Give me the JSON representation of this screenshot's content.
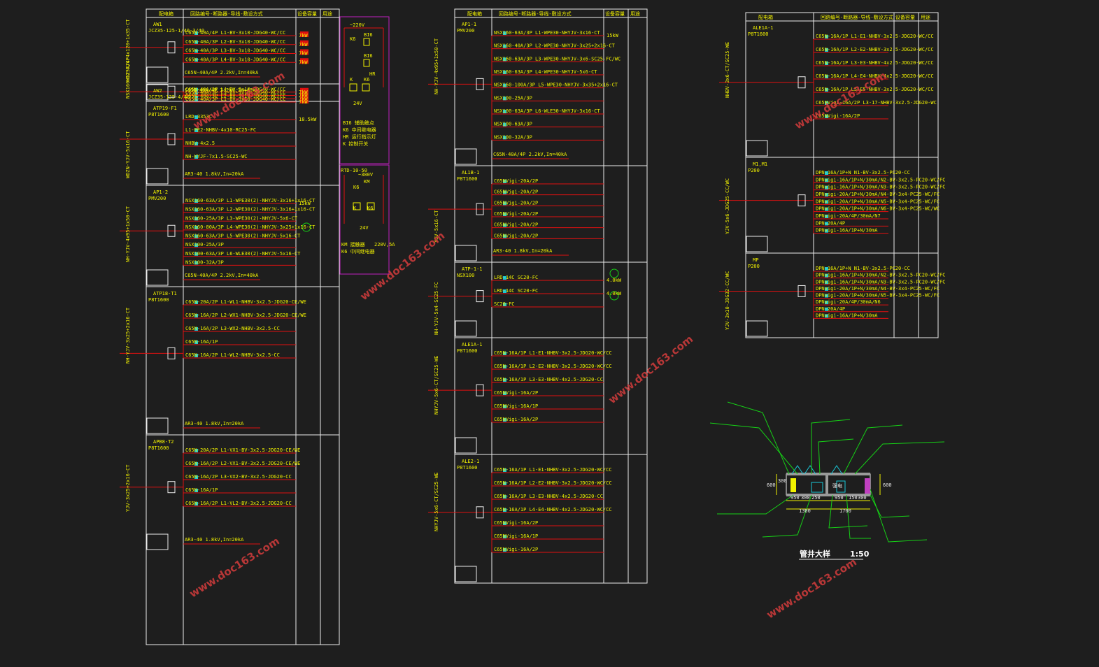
{
  "headers": {
    "panel": "配电箱",
    "circuit": "回路编号-断路器-导线-敷设方式",
    "load": "设备容量",
    "use": "用途",
    "circuit_alt": "回路编号-断路器-导线-敷设方式"
  },
  "watermark": "www.doc163.com",
  "detail": {
    "title": "管井大样",
    "scale": "1:50",
    "room": "强电",
    "dims": [
      "950",
      "300",
      "250",
      "950",
      "150",
      "300",
      "1300",
      "1700",
      "600",
      "600",
      "300"
    ]
  },
  "columns": [
    {
      "id": "col1",
      "panels": [
        {
          "name": "AW1",
          "breaker": "JCZ35-125-1/40-3/40",
          "feeder": "WDZ-YJV-4x120+1x35-CT",
          "circuits": [
            "C65N-40A/4P L1-BV-3x10-JDG40-WC/CC",
            "C65N-40A/3P L2-BV-3x10-JDG40-WC/CC",
            "C65N-40A/3P L3-BV-3x10-JDG40-WC/CC",
            "C65N-40A/3P L4-BV-3x10-JDG40-WC/CC"
          ],
          "spd": "C65N-40A/4P 2.2kV,In=40kA",
          "loads": [
            "7kW",
            "7kW",
            "7kW",
            "7kW"
          ]
        },
        {
          "name": "AW2",
          "breaker": "JCZ35-125-4/40",
          "feeder": "NSX160-125A/4P",
          "circuits": [
            "C65N-40A/3P L1-BV-3x10-JDG40-WC/CC",
            "C65N-40A/3P L2-BV-3x10-JDG40-WC/CC",
            "C65N-40A/3P L3-BV-3x10-JDG40-WC/CC",
            "C65N-40A/3P L4-BV-3x10-JDG40-WC/CC"
          ],
          "spd": "C65N-40A/4P 2.2kV,In=40kA",
          "loads": [
            "7kW",
            "7kW",
            "7kW",
            "7kW"
          ]
        },
        {
          "name": "ATP19-F1",
          "breaker": "P8T1600",
          "feeder": "WDZN-YJV-5x16-CT",
          "circuits": [
            "LRD-3353C",
            "L1-PE2-NHBV-4x10-RC25-FC",
            "NHBV-4x2.5",
            "NH-KYJF-7x1.5-SC25-WC"
          ],
          "spd": "AR3-40 1.8kV,In=20kA",
          "loads": [
            "18.5kW"
          ]
        },
        {
          "name": "AP1-2",
          "breaker": "PMV200",
          "feeder": "NH-YJV-4x95+1x50-CT",
          "circuits": [
            "NSX160-63A/3P L1-WPE30(2)-NHYJV-3x16+1x16-CT",
            "NSX160-63A/3P L2-WPE30(2)-NHYJV-3x16+1x16-CT",
            "NSX160-25A/3P L3-WPE30(2)-NHYJV-5x6-CT",
            "NSX160-80A/3P L4-WPE30(2)-NHYJV-3x25+1x16-CT",
            "NSX160-63A/3P L5-WPE30(2)-NHYJV-5x16-CT",
            "NSX100-25A/3P",
            "NSX100-63A/3P L6-WLE30(2)-NHYJV-5x16-CT",
            "NSX100-32A/3P"
          ],
          "spd": "C65N-40A/4P 2.2kV,In=40kA",
          "loads": [
            "15kW"
          ]
        },
        {
          "name": "ATP18-T1",
          "breaker": "P8T1600",
          "feeder": "NH-YJV-3x25+2x16-CT",
          "circuits": [
            "C65N-20A/2P L1-WL1-NHBV-3x2.5-JDG20-CE/WE",
            "C65N-16A/2P L2-WX1-NHBV-3x2.5-JDG20-CE/WE",
            "C65N-16A/2P L3-WX2-NHBV-3x2.5-CC",
            "C65N-16A/1P",
            "C65N-16A/2P L1-WL2-NHBV-3x2.5-CC"
          ],
          "spd": "AR3-40 1.8kV,In=20kA",
          "loads": []
        },
        {
          "name": "APB8-T2",
          "breaker": "P8T1600",
          "feeder": "YJV-3x25+2x16-CT",
          "circuits": [
            "C65N-20A/2P L1-VX1-BV-3x2.5-JDG20-CE/WE",
            "C65N-16A/2P L2-VX1-BV-3x2.5-JDG20-CE/WE",
            "C65N-16A/2P L3-VX2-BV-3x2.5-JDG20-CC",
            "C65N-16A/1P",
            "C65N-16A/2P L1-VL2-BV-3x2.5-JDG20-CC"
          ],
          "spd": "AR3-40 1.8kV,In=20kA",
          "loads": []
        }
      ]
    },
    {
      "id": "col2",
      "panels": [
        {
          "name": "AP1-1",
          "breaker": "PMV200",
          "feeder": "NH-YJV-4x95+1x50-CT",
          "circuits": [
            "NSX160-63A/3P L1-WPE30-NHYJV-3x16-CT",
            "NSX160-40A/3P L2-WPE30-NHYJV-3x25+2x16-CT",
            "NSX160-63A/3P L3-WPE30-NHYJV-3x6-SC25-FC/WC",
            "NSX160-63A/3P L4-WPE30-NHYJV-5x6-CT",
            "NSX160-100A/3P L5-WPE30-NHYJV-3x35+2x16-CT",
            "NSX100-25A/3P",
            "NSX100-63A/3P L6-WLE30-NHYJV-3x16-CT",
            "NSX100-63A/3P",
            "NSX100-32A/3P"
          ],
          "spd": "C65N-40A/4P 2.2kV,In=40kA",
          "loads": [
            "15kW"
          ]
        },
        {
          "name": "AL1B-1",
          "breaker": "P8T1600",
          "feeder": "YJV-5x16-CT",
          "circuits": [
            "C65NVigi-20A/2P",
            "C65NVigi-20A/2P",
            "C65NVigi-20A/2P",
            "C65NVigi-20A/2P",
            "C65NVigi-20A/2P",
            "C65NVigi-20A/2P"
          ],
          "spd": "AR3-40 1.8kV,In=20kA",
          "loads": []
        },
        {
          "name": "ATP-1-1",
          "breaker": "NSX100",
          "feeder": "NH-YJV-5x4-SC25-FC",
          "circuits": [
            "LRD-14C SC20-FC",
            "LRD-14C SC20-FC",
            "SC20-FC"
          ],
          "spd": "",
          "loads": [
            "4.0kW",
            "4.0kW"
          ]
        },
        {
          "name": "ALE1A-1",
          "breaker": "P8T1600",
          "feeder": "NHYJV-5x6-CT/SC25-WE",
          "circuits": [
            "C65N-16A/1P L1-E1-NHBV-3x2.5-JDG20-WC/CC",
            "C65N-16A/1P L2-E2-NHBV-3x2.5-JDG20-WC/CC",
            "C65N-16A/1P L3-E3-NHBV-4x2.5-JDG20-CC",
            "C65NVigi-16A/2P",
            "C65NVigi-16A/1P",
            "C65NVigi-16A/2P"
          ],
          "spd": "",
          "loads": []
        },
        {
          "name": "ALE2-1",
          "breaker": "P8T1600",
          "feeder": "NHYJV-5x6-CT/SC25-WE",
          "circuits": [
            "C65N-16A/1P L1-E1-NHBV-3x2.5-JDG20-WC/CC",
            "C65N-16A/1P L2-E2-NHBV-3x2.5-JDG20-WC/CC",
            "C65N-16A/1P L3-E3-NHBV-4x2.5-JDG20-CC",
            "C65N-16A/1P L4-E4-NHBV-4x2.5-JDG20-WC/CC",
            "C65NVigi-16A/2P",
            "C65NVigi-16A/1P",
            "C65NVigi-16A/2P"
          ],
          "spd": "",
          "loads": []
        }
      ]
    },
    {
      "id": "col3",
      "panels": [
        {
          "name": "ALE1A-1",
          "breaker": "P8T1600",
          "feeder": "NHBV-3x6-CT/SC25-WE",
          "circuits": [
            "C65N-16A/1P L1-E1-NHBV-3x2.5-JDG20-WC/CC",
            "C65N-16A/1P L2-E2-NHBV-3x2.5-JDG20-WC/CC",
            "C65N-16A/1P L3-E3-NHBV-4x2.5-JDG20-WC/CC",
            "C65N-16A/1P L4-E4-NHBV-4x2.5-JDG20-WC/CC",
            "C65N-16A/1P L5-E5-NHBV-3x2.5-JDG20-WC/CC",
            "C65NVigi-16A/2P L3-17-NHBV-3x2.5-JDG20-WC",
            "C65NVigi-16A/2P"
          ],
          "spd": "",
          "loads": []
        },
        {
          "name": "M1,M1",
          "breaker": "P200",
          "feeder": "YJV-5x6-JDG25-CC/WC",
          "circuits": [
            "DPN-16A/1P+N N1-BV-3x2.5-PC20-CC",
            "DPNvigi-16A/1P+N/30mA/N2-BV-3x2.5-PC20-WC/FC",
            "DPNvigi-16A/1P+N/30mA/N3-BV-3x2.5-PC20-WC/FC",
            "DPNvigi-20A/1P+N/30mA/N4-BV-3x4-PC25-WC/FC",
            "DPNvigi-20A/1P+N/30mA/N5-BV-3x4-PC25-WC/FC",
            "DPNvigi-20A/1P+N/30mA/N6-BV-3x4-PC25-WC/WC",
            "DPNvigi-20A/4P/30mA/N7",
            "DPN-20A/4P",
            "DPNvigi-16A/1P+N/30mA"
          ],
          "spd": "",
          "loads": []
        },
        {
          "name": "MP",
          "breaker": "P200",
          "feeder": "YJV-3x10-JDG32-CC/WC",
          "circuits": [
            "DPN-16A/1P+N N1-BV-3x2.5-PC20-CC",
            "DPNvigi-16A/1P+N/30mA/N2-BV-3x2.5-PC20-WC/FC",
            "DPNvigi-16A/1P+N/30mA/N3-BV-3x2.5-PC20-WC/FC",
            "DPNvigi-20A/1P+N/30mA/N4-BV-3x4-PC25-WC/FC",
            "DPNvigi-20A/1P+N/30mA/N5-BV-3x4-PC25-WC/FC",
            "DPNvigi-20A/4P/30mA/N6",
            "DPN-20A/4P",
            "DPNvigi-16A/1P+N/30mA"
          ],
          "spd": "",
          "loads": []
        }
      ]
    }
  ],
  "control": {
    "top": [
      "~220V",
      "BI6",
      "K6",
      "BI6",
      "HR",
      "K",
      "K6",
      "24V",
      "BI6 辅助触点",
      "K6 中间继电器",
      "HR 运行指示灯",
      "K 控制开关"
    ],
    "bottom": [
      "RTD-10-50",
      "~380V",
      "KM",
      "K6",
      "K",
      "K6",
      "24V",
      "KM 接触器",
      "K6 中间继电器",
      "220V,5A"
    ]
  },
  "colors": {
    "bg": "#1e1e1e",
    "yellow": "#f2f200",
    "red": "#e01010",
    "white": "#ececec",
    "green": "#16d016",
    "cyan": "#19c8d8",
    "magenta": "#c020c0",
    "watermark": "#d43c3c"
  }
}
